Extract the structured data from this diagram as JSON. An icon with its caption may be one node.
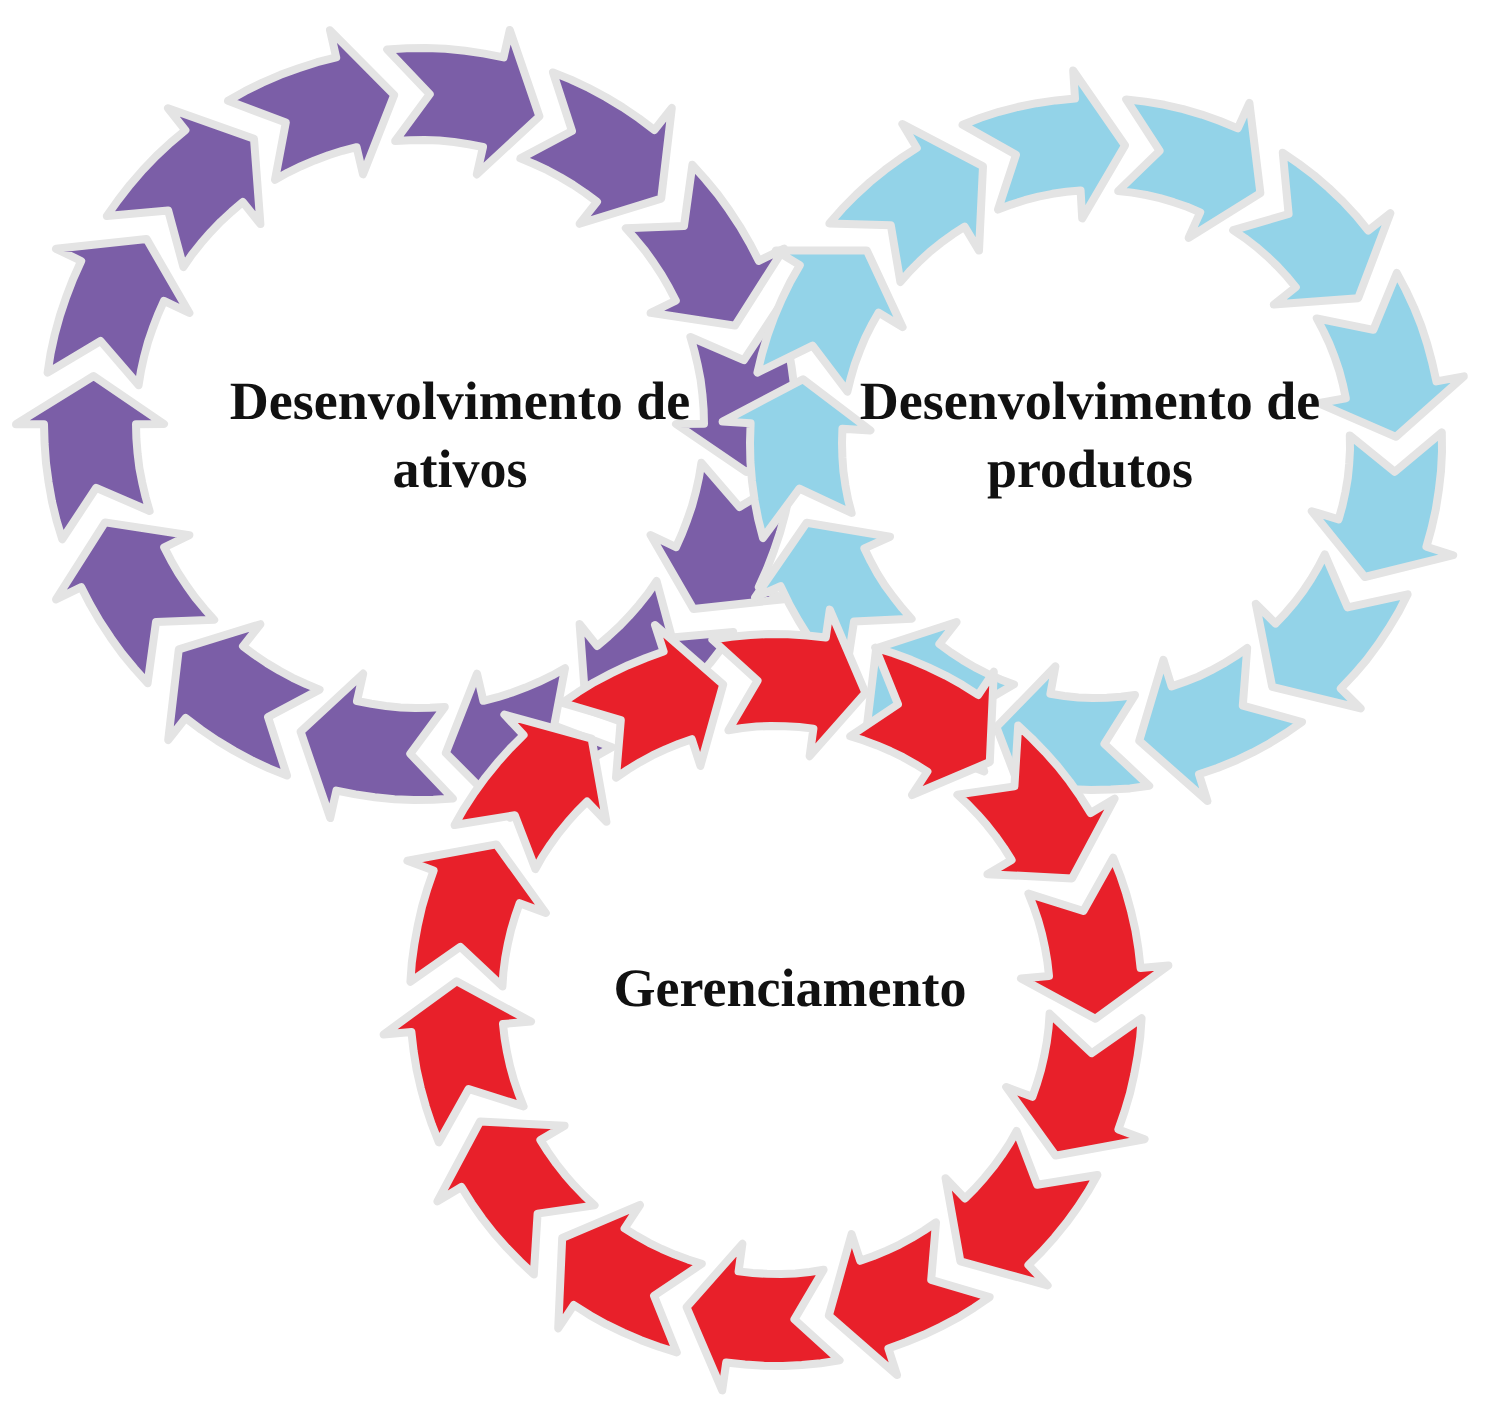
{
  "diagram": {
    "nodes": [
      {
        "text": [
          "Desenvolvimento de ativos"
        ]
      },
      {
        "text": [
          "Desenvolvimento de produtos"
        ]
      },
      {
        "text": [
          "Gerenciamento"
        ]
      }
    ]
  }
}
